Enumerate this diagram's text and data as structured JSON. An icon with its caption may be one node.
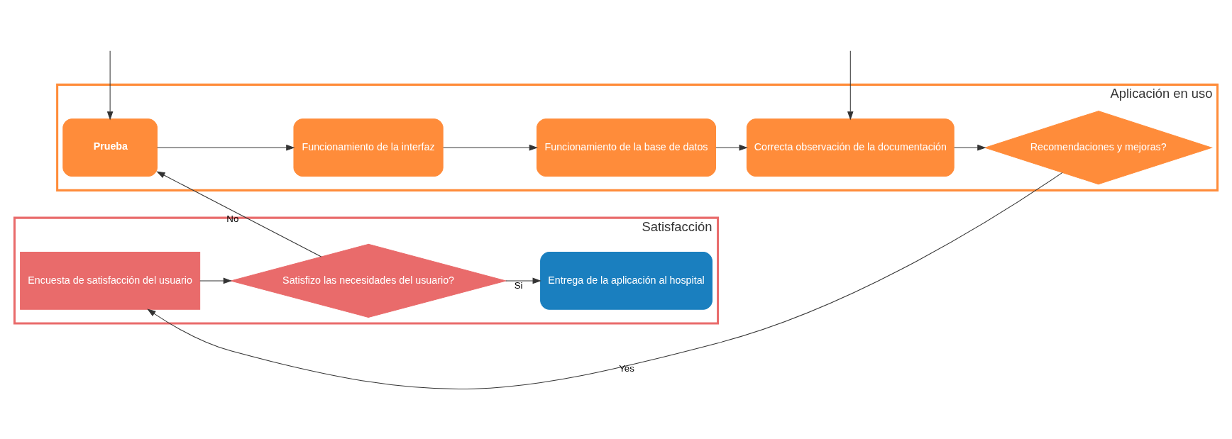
{
  "diagram": {
    "nodes": [
      {
        "text": [
          "Aplicación en uso"
        ]
      },
      {
        "text": [
          "Prueba"
        ],
        "in": 0
      },
      {
        "text": [
          "Funcionamiento de la interfaz"
        ],
        "in": 0
      },
      {
        "text": [
          "Funcionamiento de la base de datos"
        ],
        "in": 0
      },
      {
        "text": [
          "Correcta observación de la documentación"
        ],
        "in": 0
      },
      {
        "text": [
          "Recomendaciones y mejoras?"
        ],
        "in": 0
      },
      {
        "text": [
          "Satisfacción"
        ]
      },
      {
        "text": [
          "Encuesta de satisfacción del usuario"
        ],
        "in": 6
      },
      {
        "text": [
          "Satisfizo las necesidades del usuario?"
        ],
        "in": 6
      },
      {
        "text": [
          "Entrega de la aplicación al hospital"
        ],
        "in": 6
      }
    ],
    "edges": [
      {
        "from": null,
        "to": 1,
        "arrow": "to"
      },
      {
        "from": null,
        "to": 4,
        "arrow": "to"
      },
      {
        "from": 1,
        "to": 2,
        "arrow": "to"
      },
      {
        "from": 2,
        "to": 3,
        "arrow": "to"
      },
      {
        "from": 3,
        "to": 4,
        "arrow": "to"
      },
      {
        "from": 4,
        "to": 5,
        "arrow": "to"
      },
      {
        "from": 5,
        "to": 7,
        "arrow": "to",
        "label": "Yes"
      },
      {
        "from": 7,
        "to": 8,
        "arrow": "to"
      },
      {
        "from": 8,
        "to": 9,
        "arrow": "to",
        "label": "Si"
      },
      {
        "from": 8,
        "to": 1,
        "arrow": "to",
        "label": "No"
      }
    ]
  }
}
